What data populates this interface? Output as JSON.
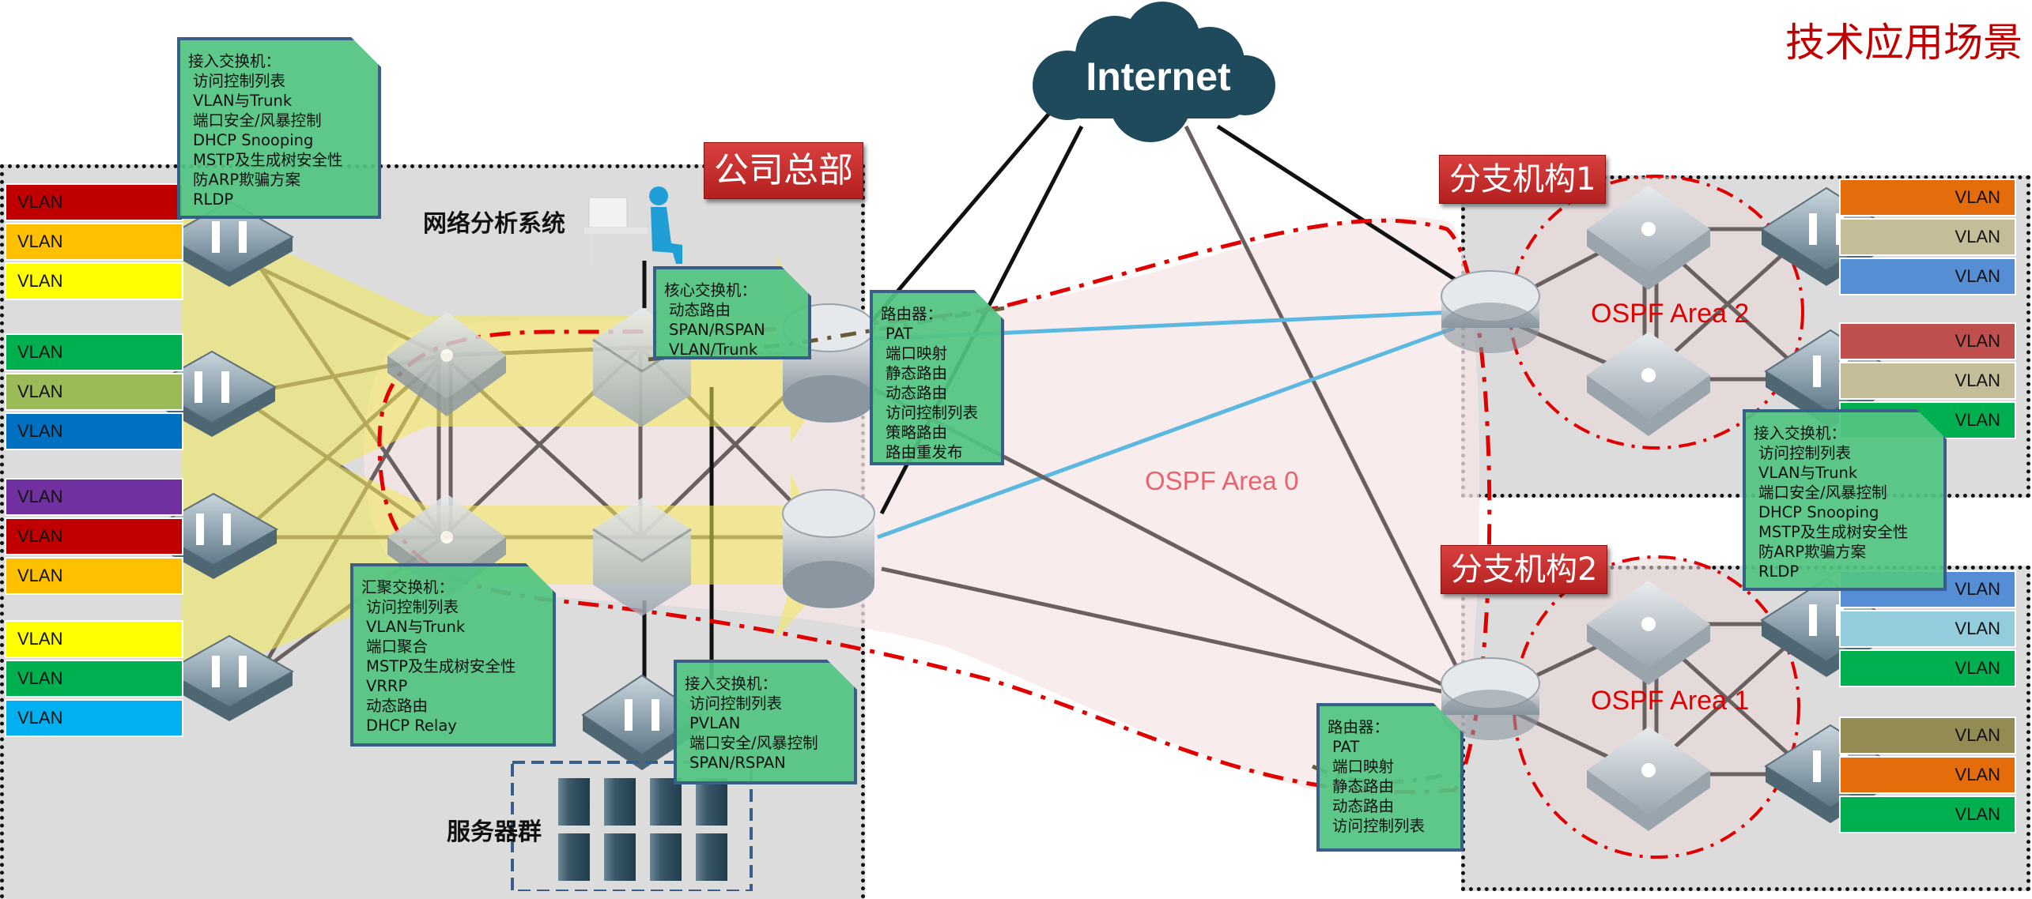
{
  "title": "技术应用场景",
  "internet_label": "Internet",
  "sites": {
    "hq": {
      "label": "公司总部"
    },
    "branch1": {
      "label": "分支机构1"
    },
    "branch2": {
      "label": "分支机构2"
    }
  },
  "labels": {
    "network_analysis": "网络分析系统",
    "server_farm": "服务器群"
  },
  "ospf": {
    "area0": "OSPF Area 0",
    "area1": "OSPF Area 1",
    "area2": "OSPF Area 2"
  },
  "colors": {
    "title_red": "#c00000",
    "site_label_red": "#c8302f",
    "note_green": "#52c482",
    "note_border": "#3a5f86",
    "cloud": "#1f4a5c",
    "ospf_area0": "#e8646e",
    "ospf_area12": "#e00000",
    "wan_blue": "#5bb8e0",
    "highlight_yellow": "#f5ef5a"
  },
  "vlans_left": [
    {
      "label": "VLAN",
      "color": "#c00000"
    },
    {
      "label": "VLAN",
      "color": "#ffc000"
    },
    {
      "label": "VLAN",
      "color": "#ffff00"
    },
    {
      "label": "VLAN",
      "color": "#00b050"
    },
    {
      "label": "VLAN",
      "color": "#9bbb59"
    },
    {
      "label": "VLAN",
      "color": "#0070c0"
    },
    {
      "label": "VLAN",
      "color": "#7030a0"
    },
    {
      "label": "VLAN",
      "color": "#c00000"
    },
    {
      "label": "VLAN",
      "color": "#ffc000"
    },
    {
      "label": "VLAN",
      "color": "#ffff00"
    },
    {
      "label": "VLAN",
      "color": "#00b050"
    },
    {
      "label": "VLAN",
      "color": "#00b0f0"
    }
  ],
  "vlans_branch1": [
    {
      "label": "VLAN",
      "color": "#e46c0a"
    },
    {
      "label": "VLAN",
      "color": "#c4bd97"
    },
    {
      "label": "VLAN",
      "color": "#558ed5"
    },
    {
      "label": "VLAN",
      "color": "#c0504d"
    },
    {
      "label": "VLAN",
      "color": "#c4bd97"
    },
    {
      "label": "VLAN",
      "color": "#00b050"
    }
  ],
  "vlans_branch2": [
    {
      "label": "VLAN",
      "color": "#558ed5"
    },
    {
      "label": "VLAN",
      "color": "#93cddd"
    },
    {
      "label": "VLAN",
      "color": "#00b050"
    },
    {
      "label": "VLAN",
      "color": "#948a54"
    },
    {
      "label": "VLAN",
      "color": "#e46c0a"
    },
    {
      "label": "VLAN",
      "color": "#00b050"
    }
  ],
  "notes": {
    "access_hq": {
      "title": "接入交换机：",
      "items": [
        "访问控制列表",
        "VLAN与Trunk",
        "端口安全/风暴控制",
        "DHCP Snooping",
        "MSTP及生成树安全性",
        "防ARP欺骗方案",
        "RLDP"
      ]
    },
    "core": {
      "title": "核心交换机：",
      "items": [
        "动态路由",
        "SPAN/RSPAN",
        "VLAN/Trunk"
      ]
    },
    "router_hq": {
      "title": "路由器：",
      "items": [
        "PAT",
        "端口映射",
        "静态路由",
        "动态路由",
        "访问控制列表",
        "策略路由",
        "路由重发布"
      ]
    },
    "aggregation": {
      "title": "汇聚交换机：",
      "items": [
        "访问控制列表",
        "VLAN与Trunk",
        "端口聚合",
        "MSTP及生成树安全性",
        "VRRP",
        "动态路由",
        "DHCP Relay"
      ]
    },
    "access_server": {
      "title": "接入交换机：",
      "items": [
        "访问控制列表",
        "PVLAN",
        "端口安全/风暴控制",
        "SPAN/RSPAN"
      ]
    },
    "access_branch": {
      "title": "接入交换机：",
      "items": [
        "访问控制列表",
        "VLAN与Trunk",
        "端口安全/风暴控制",
        "DHCP Snooping",
        "MSTP及生成树安全性",
        "防ARP欺骗方案",
        "RLDP"
      ]
    },
    "router_branch": {
      "title": "路由器：",
      "items": [
        "PAT",
        "端口映射",
        "静态路由",
        "动态路由",
        "访问控制列表"
      ]
    }
  }
}
